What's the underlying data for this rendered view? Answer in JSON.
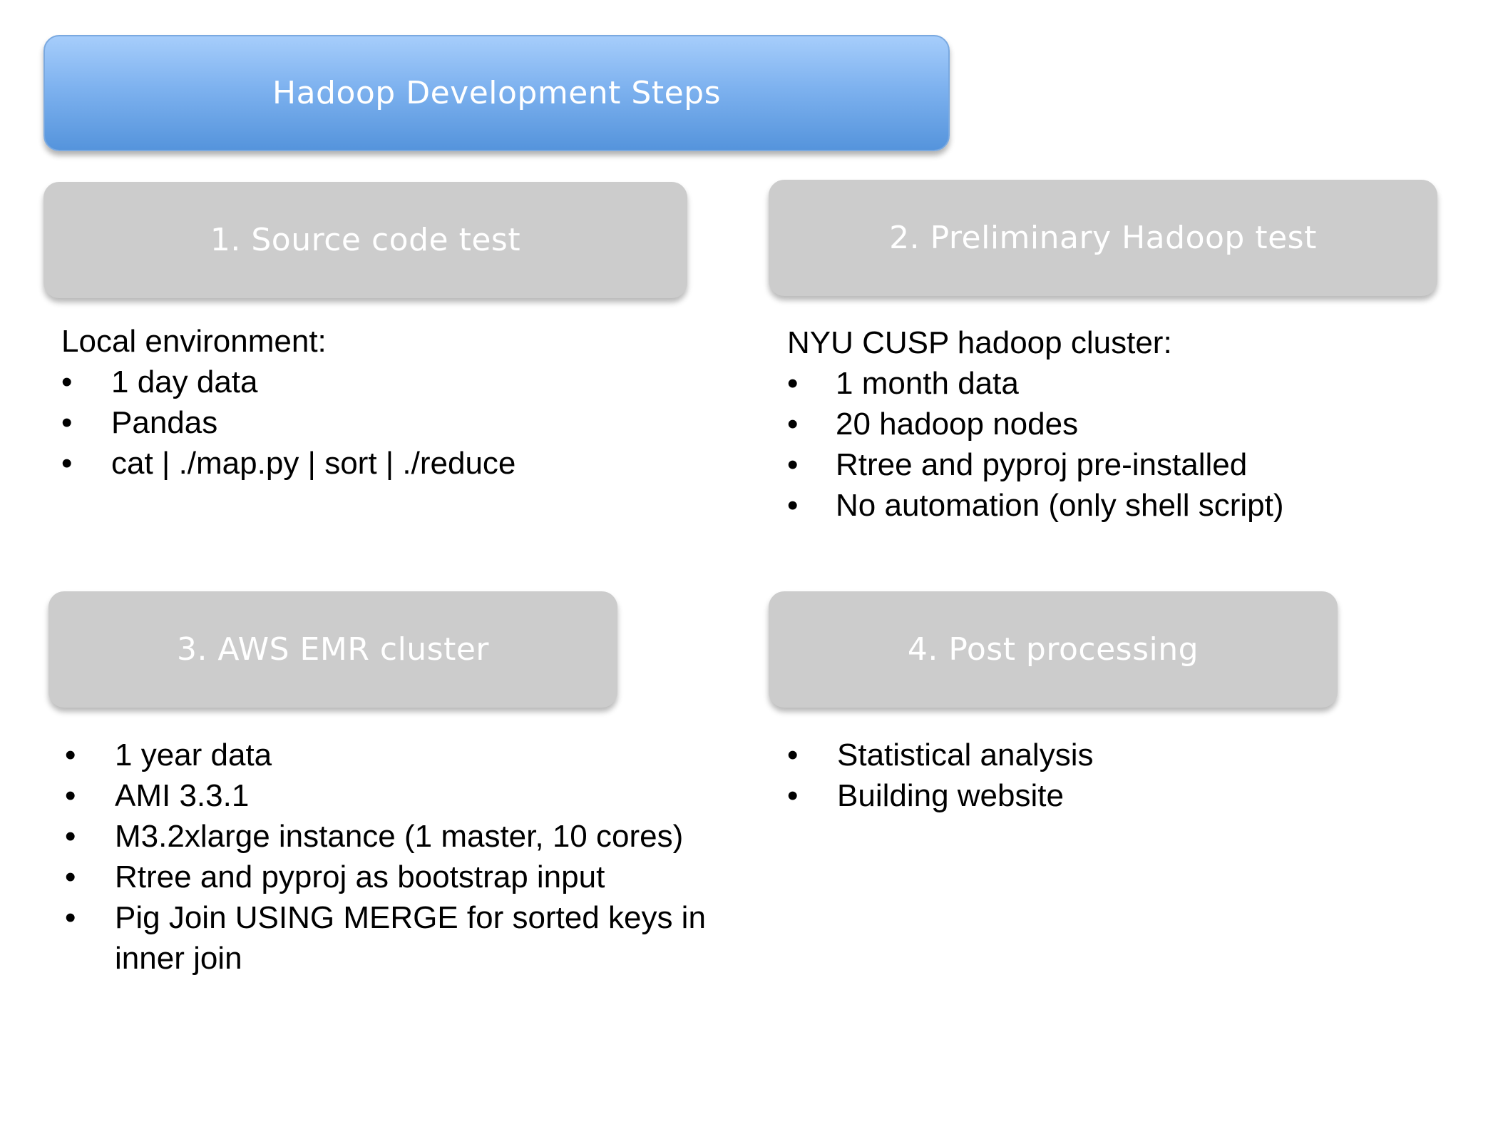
{
  "title": "Hadoop Development Steps",
  "steps": [
    {
      "label": "1. Source code test",
      "heading": "Local environment:",
      "bullets": [
        "1 day data",
        "Pandas",
        "cat | ./map.py | sort | ./reduce"
      ]
    },
    {
      "label": "2. Preliminary Hadoop test",
      "heading": "NYU CUSP hadoop cluster:",
      "bullets": [
        "1 month data",
        "20 hadoop nodes",
        "Rtree and pyproj pre-installed",
        "No automation (only shell script)"
      ]
    },
    {
      "label": "3. AWS EMR cluster",
      "heading": "",
      "bullets": [
        "1 year data",
        "AMI 3.3.1",
        "M3.2xlarge instance (1 master, 10 cores)",
        "Rtree and pyproj as bootstrap input",
        "Pig Join USING MERGE for sorted keys in inner join"
      ]
    },
    {
      "label": "4. Post processing",
      "heading": "",
      "bullets": [
        "Statistical analysis",
        "Building website"
      ]
    }
  ],
  "colors": {
    "title_box": "#7eb2ef",
    "step_box": "#cccccc",
    "box_text": "#ffffff",
    "body_text": "#000000"
  }
}
